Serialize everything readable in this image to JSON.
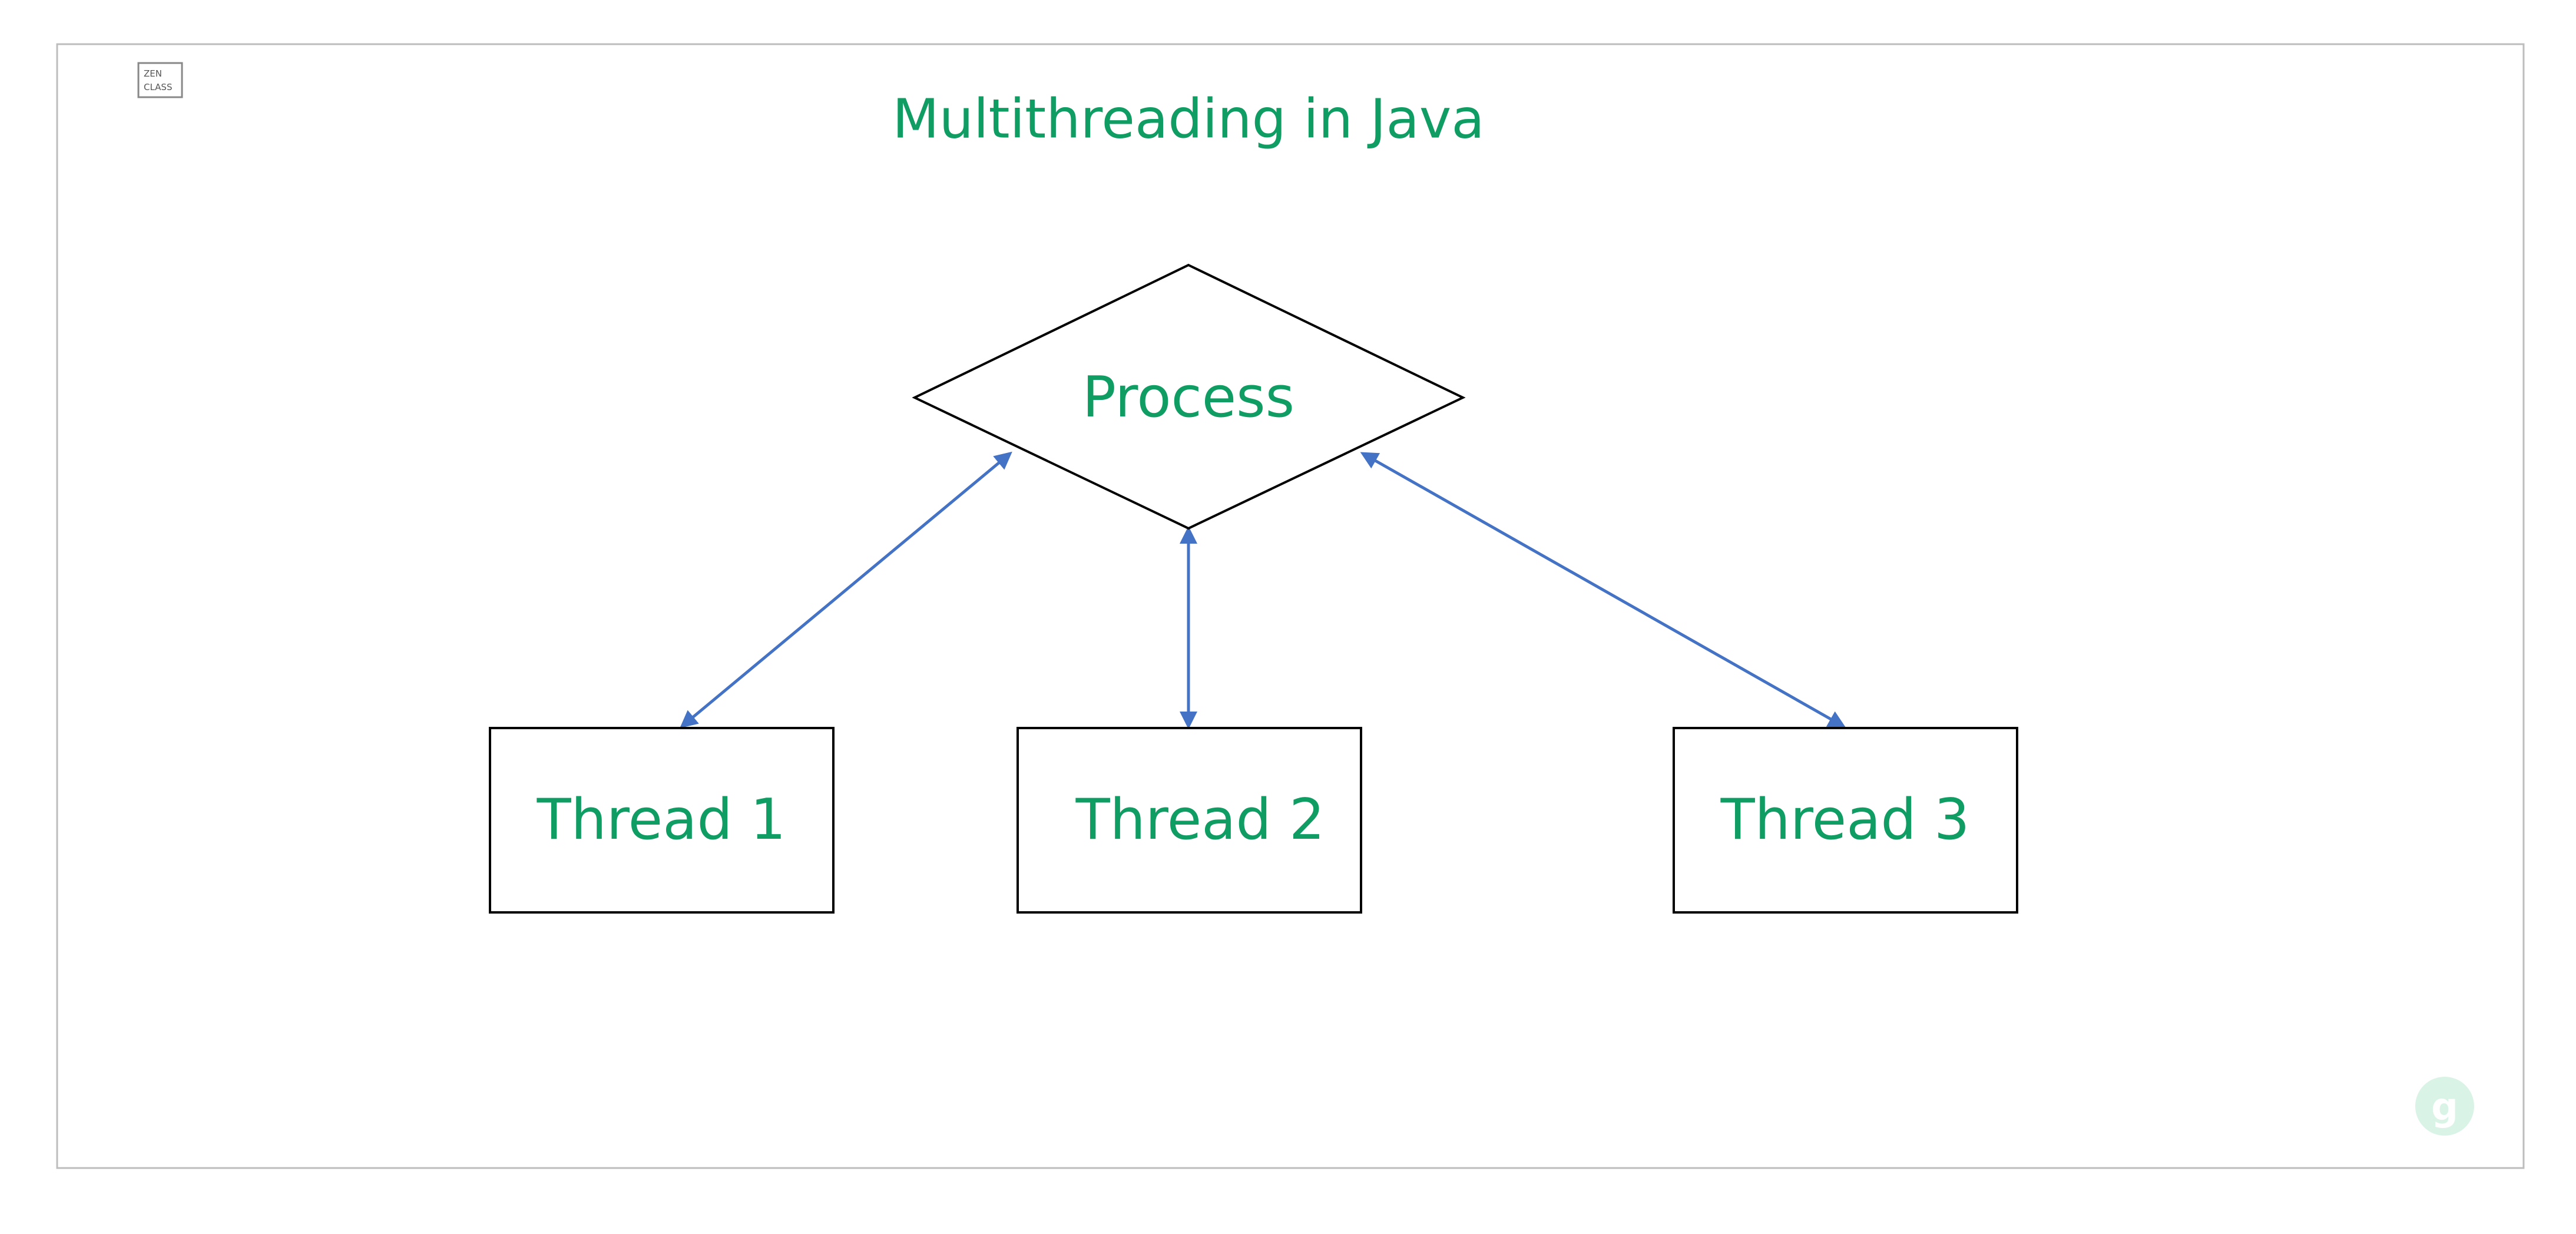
{
  "slide": {
    "title": "Multithreading in Java",
    "logo": {
      "line1": "ZEN",
      "line2": "CLASS"
    },
    "badge_icon": "gfg-logo-icon"
  },
  "colors": {
    "label": "#0f9d63",
    "connector": "#4472c4",
    "shape_border": "#000000",
    "badge": "#d9f3e6"
  },
  "diagram": {
    "process": {
      "label": "Process",
      "shape": "diamond"
    },
    "threads": [
      {
        "label": "Thread 1"
      },
      {
        "label": "Thread 2"
      },
      {
        "label": "Thread 3"
      }
    ],
    "connections": [
      {
        "from": "Process",
        "to": "Thread 1",
        "arrows": "both"
      },
      {
        "from": "Process",
        "to": "Thread 2",
        "arrows": "both"
      },
      {
        "from": "Process",
        "to": "Thread 3",
        "arrows": "both"
      }
    ]
  }
}
